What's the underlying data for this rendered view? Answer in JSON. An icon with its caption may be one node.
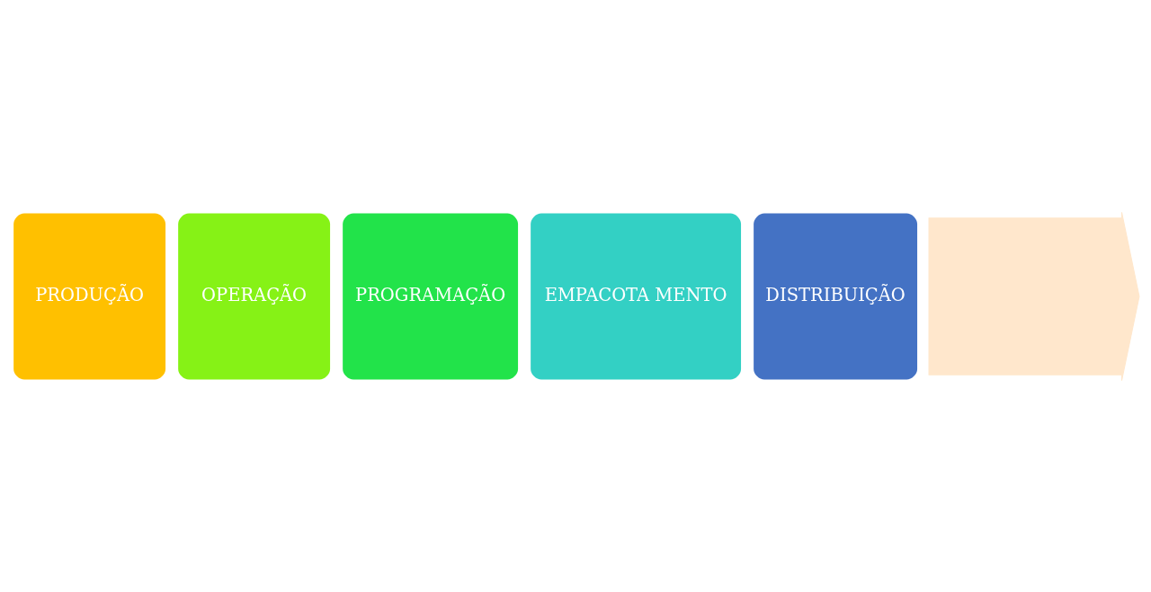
{
  "diagram": {
    "nodes": [
      {
        "text": [],
        "shape": "arrow"
      },
      {
        "text": [
          "PRODUÇÃO"
        ]
      },
      {
        "text": [
          "OPERAÇÃO"
        ]
      },
      {
        "text": [
          "PROGRAMAÇÃO"
        ]
      },
      {
        "text": [
          "EMPACOTA MENTO"
        ]
      },
      {
        "text": [
          "DISTRIBUIÇÃO"
        ]
      }
    ],
    "edges": []
  }
}
